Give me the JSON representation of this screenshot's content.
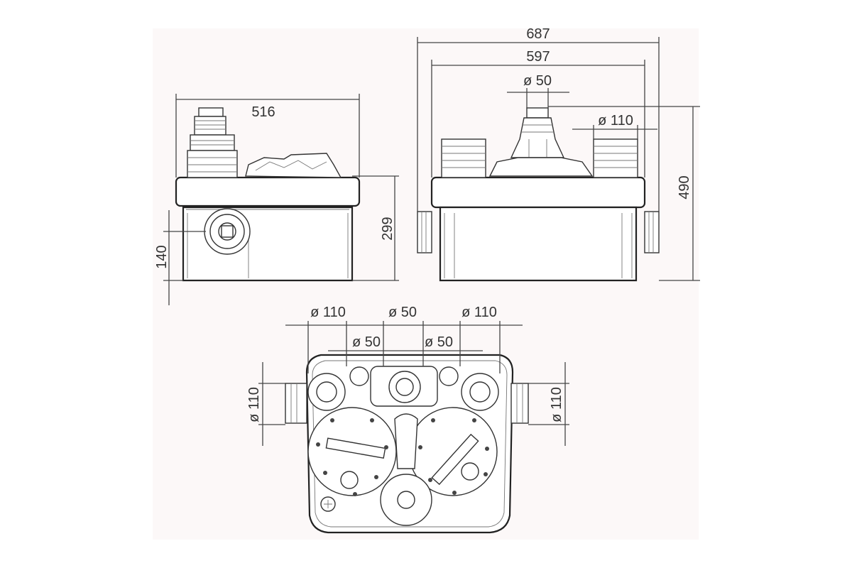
{
  "dimensions": {
    "side_width": "516",
    "side_height": "299",
    "side_inlet_height": "140",
    "front_total_width": "687",
    "front_body_width": "597",
    "front_top_inlet": "ø 50",
    "front_right_inlet": "ø 110",
    "front_total_height": "490",
    "top_left_inlet": "ø 110",
    "top_center_inlet": "ø 50",
    "top_right_inlet": "ø 110",
    "top_inner_left": "ø 50",
    "top_inner_right": "ø 50",
    "top_side_left": "ø 110",
    "top_side_right": "ø 110"
  },
  "colors": {
    "background": "#fcf8f8",
    "line": "#333333"
  }
}
